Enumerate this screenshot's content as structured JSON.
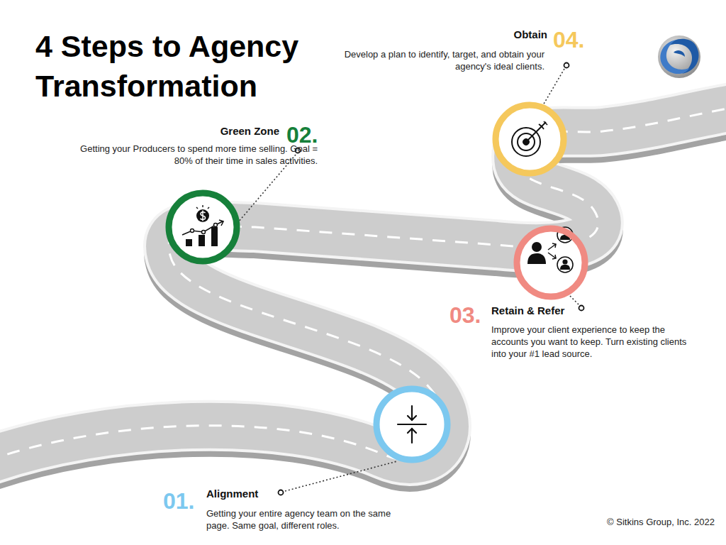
{
  "diagram": {
    "title": "4 Steps to Agency Transformation",
    "nodes": [
      {
        "text": [
          "01.",
          "Alignment",
          "Getting your entire agency team on the same page. Same goal, different roles."
        ]
      },
      {
        "text": [
          "02.",
          "Green Zone",
          "Getting your Producers to spend more time selling. Goal = 80% of their time in sales activities."
        ]
      },
      {
        "text": [
          "03.",
          "Retain & Refer",
          "Improve your client experience to keep the accounts you want to keep. Turn existing clients into your #1 lead source."
        ]
      },
      {
        "text": [
          "04.",
          "Obtain",
          "Develop a plan to identify, target, and obtain your agency's ideal clients."
        ]
      }
    ],
    "labels": [
      "© Sitkins Group, Inc. 2022"
    ]
  }
}
